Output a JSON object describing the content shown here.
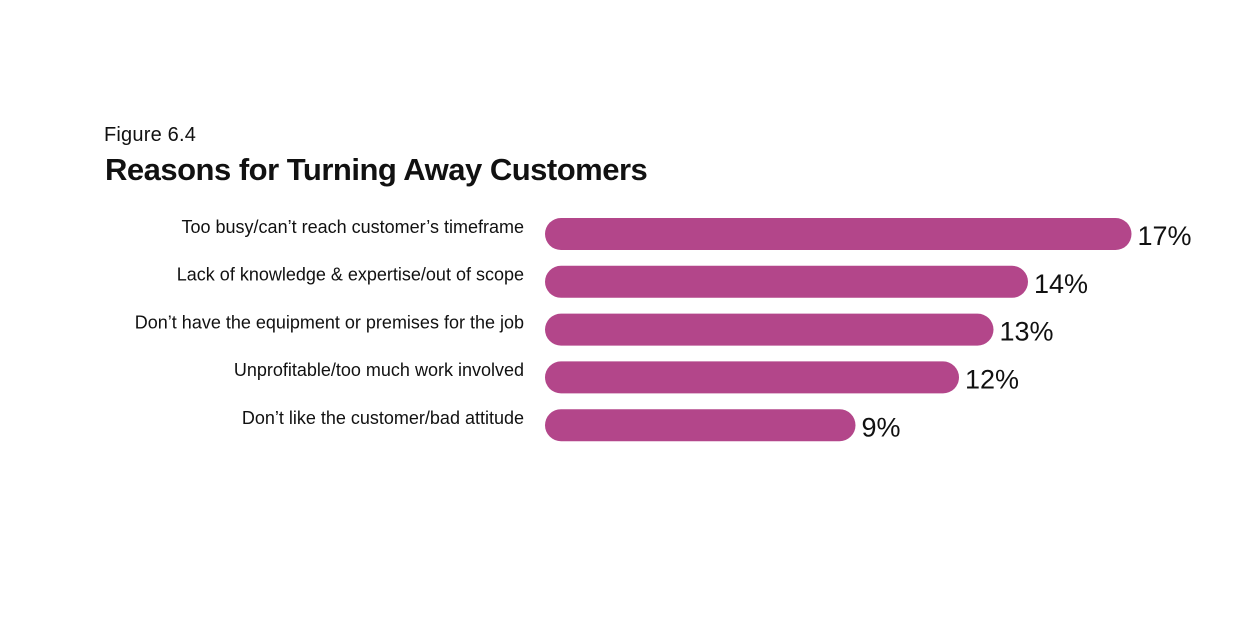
{
  "figure_label": "Figure 6.4",
  "chart_data": {
    "type": "bar",
    "orientation": "horizontal",
    "title": "Reasons for Turning Away Customers",
    "categories": [
      "Too busy/can’t reach customer’s timeframe",
      "Lack of knowledge & expertise/out of scope",
      "Don’t have the equipment or premises for the job",
      "Unprofitable/too much work involved",
      "Don’t like the customer/bad attitude"
    ],
    "values": [
      17,
      14,
      13,
      12,
      9
    ],
    "value_labels": [
      "17%",
      "14%",
      "13%",
      "12%",
      "9%"
    ],
    "unit": "%",
    "bar_color": "#b3468a",
    "grid": false,
    "legend": "none"
  }
}
